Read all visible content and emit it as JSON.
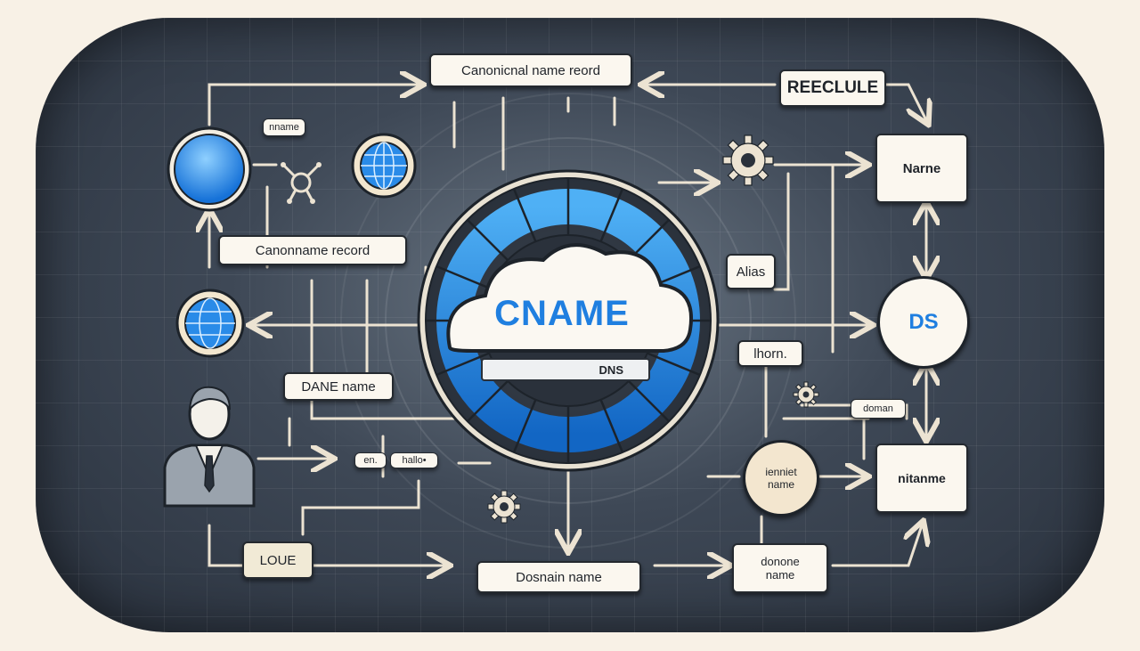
{
  "diagram": {
    "top_label": "Canonicnal name reord",
    "left_label": "Canonname record",
    "rname_tag": "nname",
    "dane_label": "DANE name",
    "en_tag": "en.",
    "hallo_tag": "hallo•",
    "loue_label": "LOUE",
    "domain_bottom_label": "Dosnain name",
    "cname_title": "CNAME",
    "dns_bar": "DNS",
    "reeclule_label": "REECLULE",
    "name_box": "Narne",
    "alias_tag": "Alias",
    "lhorn_tag": "lhorn.",
    "ds_circle": "DS",
    "domain_tag": "doman",
    "identifier_circle": "ienniet name",
    "nitanme_box": "nitanme",
    "donone_box": "donone name"
  },
  "colors": {
    "accent_blue": "#1f8de8",
    "box_fill": "#fbf7ef",
    "wire": "#ece3d2",
    "panel_dark": "#2a323e"
  },
  "icons": [
    "globe-icon",
    "network-node-icon",
    "gear-icon",
    "user-icon",
    "cloud-icon"
  ]
}
